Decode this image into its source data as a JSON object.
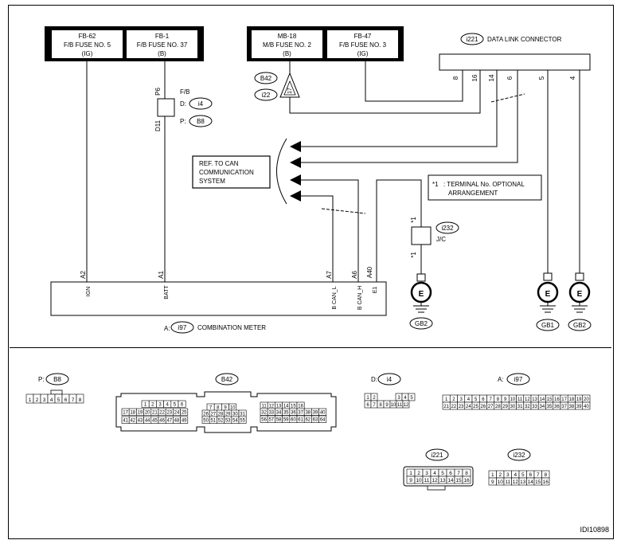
{
  "fuses": [
    {
      "code": "FB-62",
      "name": "F/B FUSE NO. 5",
      "type": "(IG)"
    },
    {
      "code": "FB-1",
      "name": "F/B FUSE NO. 37",
      "type": "(B)"
    },
    {
      "code": "MB-18",
      "name": "M/B FUSE NO. 2",
      "type": "(B)"
    },
    {
      "code": "FB-47",
      "name": "F/B FUSE NO. 3",
      "type": "(IG)"
    }
  ],
  "dlc": {
    "id": "i221",
    "label": "DATA LINK CONNECTOR",
    "pins": [
      "8",
      "16",
      "14",
      "6",
      "5",
      "4"
    ]
  },
  "fb": {
    "label": "F/B",
    "top_pin": "P6",
    "bottom_pin": "D11",
    "d_prefix": "D:",
    "d_id": "i4",
    "p_prefix": "P:",
    "p_id": "B8"
  },
  "b42_conn": {
    "id1": "B42",
    "id2": "i22",
    "pin": "17"
  },
  "can_ref": {
    "text": [
      "REF. TO CAN",
      "COMMUNICATION",
      "SYSTEM"
    ]
  },
  "terminal_note": {
    "mark": "*1",
    "text": [
      ": TERMINAL No. OPTIONAL",
      "ARRANGEMENT"
    ]
  },
  "jc": {
    "id": "i232",
    "label": "J/C",
    "mark_top": "*1",
    "mark_bottom": "*1"
  },
  "meter": {
    "prefix": "A:",
    "id": "i97",
    "label": "COMBINATION METER",
    "pins": [
      {
        "num": "A2",
        "sig": "IGN"
      },
      {
        "num": "A1",
        "sig": "BATT"
      },
      {
        "num": "A7",
        "sig": "B CAN_L"
      },
      {
        "num": "A6",
        "sig": "B CAN_H"
      },
      {
        "num": "A40",
        "sig": "E1"
      }
    ]
  },
  "grounds": [
    {
      "symbol": "E",
      "label": "GB2"
    },
    {
      "symbol": "E",
      "label": "GB1"
    },
    {
      "symbol": "E",
      "label": "GB2"
    }
  ],
  "connectors": {
    "b8": {
      "prefix": "P:",
      "id": "B8",
      "rows": [
        [
          "1",
          "2",
          "3",
          "4",
          "5",
          "6",
          "7",
          "8"
        ]
      ]
    },
    "b42": {
      "id": "B42",
      "groups": [
        {
          "rows": [
            [
              "1",
              "2",
              "3",
              "4",
              "5",
              "6"
            ],
            [
              "17",
              "18",
              "19",
              "20",
              "21",
              "22",
              "23",
              "24",
              "25"
            ],
            [
              "41",
              "42",
              "43",
              "44",
              "45",
              "46",
              "47",
              "48",
              "49"
            ]
          ]
        },
        {
          "rows": [
            [
              "7",
              "8",
              "9",
              "10"
            ],
            [
              "26",
              "27",
              "28",
              "29",
              "30",
              "31"
            ],
            [
              "50",
              "51",
              "52",
              "53",
              "54",
              "55"
            ]
          ]
        },
        {
          "rows": [
            [
              "11",
              "12",
              "13",
              "14",
              "15",
              "16"
            ],
            [
              "32",
              "33",
              "34",
              "35",
              "36",
              "37",
              "38",
              "39",
              "40"
            ],
            [
              "56",
              "57",
              "58",
              "59",
              "60",
              "61",
              "62",
              "63",
              "64"
            ]
          ]
        }
      ]
    },
    "i4": {
      "prefix": "D:",
      "id": "i4",
      "rows": [
        [
          "1",
          "2",
          "3",
          "4",
          "5"
        ],
        [
          "6",
          "7",
          "8",
          "9",
          "10",
          "11",
          "12"
        ]
      ]
    },
    "i97": {
      "prefix": "A:",
      "id": "i97",
      "rows": [
        [
          "1",
          "2",
          "3",
          "4",
          "5",
          "6",
          "7",
          "8",
          "9",
          "10",
          "11",
          "12",
          "13",
          "14",
          "15",
          "16",
          "17",
          "18",
          "19",
          "20"
        ],
        [
          "21",
          "22",
          "23",
          "24",
          "25",
          "26",
          "27",
          "28",
          "29",
          "30",
          "31",
          "32",
          "33",
          "34",
          "35",
          "36",
          "37",
          "38",
          "39",
          "40"
        ]
      ]
    },
    "i221": {
      "id": "i221",
      "rows": [
        [
          "1",
          "2",
          "3",
          "4",
          "5",
          "6",
          "7",
          "8"
        ],
        [
          "9",
          "10",
          "11",
          "12",
          "13",
          "14",
          "15",
          "16"
        ]
      ]
    },
    "i232": {
      "id": "i232",
      "rows": [
        [
          "1",
          "2",
          "3",
          "4",
          "5",
          "6",
          "7",
          "8"
        ],
        [
          "9",
          "10",
          "11",
          "12",
          "13",
          "14",
          "15",
          "16"
        ]
      ]
    }
  },
  "figure_id": "IDI10898"
}
